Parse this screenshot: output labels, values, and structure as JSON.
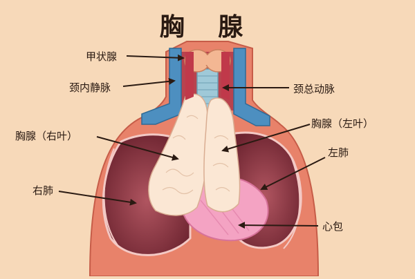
{
  "title": "胸 腺",
  "labels": {
    "thyroid": "甲状腺",
    "jugular_vein": "颈内静脉",
    "carotid_artery": "颈总动脉",
    "thymus_left": "胸腺（左叶）",
    "thymus_right": "胸腺（右叶）",
    "left_lung": "左肺",
    "right_lung": "右肺",
    "pericardium": "心包"
  },
  "colors": {
    "background": "#f7d9b9",
    "skin": "#e8826a",
    "lung": "#8e3440",
    "vessel_blue": "#4d8fc0",
    "thymus": "#fbe7d4",
    "heart": "#f4a3c3",
    "arrow": "#2a1a12"
  }
}
